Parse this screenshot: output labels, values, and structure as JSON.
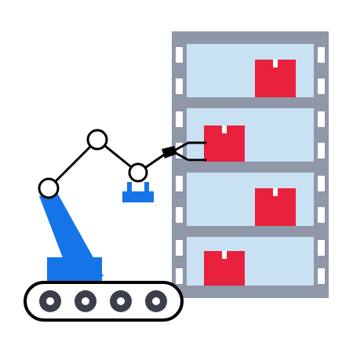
{
  "illustration": {
    "subject": "robotic-arm-warehouse-shelf",
    "shelf_levels": 4,
    "boxes_on_shelf": 4,
    "colors": {
      "shelf_frame": "#8f97a9",
      "shelf_back": "#c9e2f3",
      "shelf_slot": "#ffffff",
      "box": "#e8213c",
      "box_tape": "#ffffff",
      "arm": "#1474e8",
      "arm_outline": "#000000",
      "joint_fill": "#ffffff",
      "track_fill": "#ffffff",
      "wheel": "#3a3f4a"
    }
  }
}
